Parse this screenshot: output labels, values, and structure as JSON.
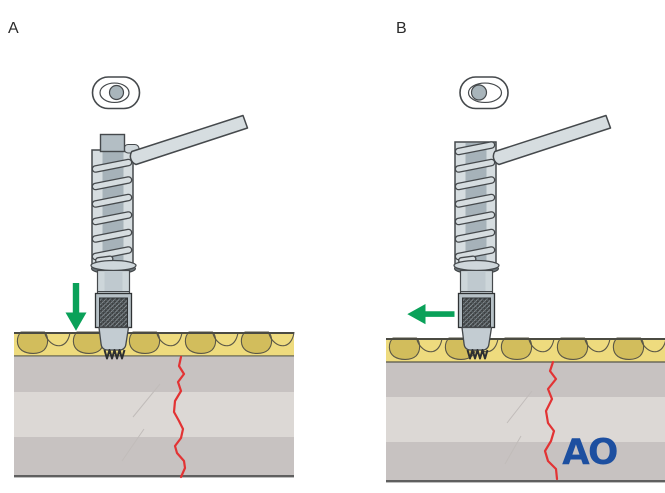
{
  "figure": {
    "panels": [
      {
        "label": "A",
        "arrow_direction": "down",
        "top_view_cam_position": "centered"
      },
      {
        "label": "B",
        "arrow_direction": "left",
        "top_view_cam_position": "shifted-left"
      }
    ],
    "logo_text": "AO"
  },
  "colors": {
    "arrow_green": "#0aa159",
    "fracture_red": "#e23334",
    "logo_blue": "#1d4fa0",
    "cortical_yellow": "#eedb7e",
    "cortical_stone_yellow": "#d2bd5c",
    "bone_gray_dark": "#c7c2c1",
    "bone_gray_light": "#dcd8d5",
    "instrument_gray": "#d6dde0",
    "outline_gray": "#45494c"
  }
}
